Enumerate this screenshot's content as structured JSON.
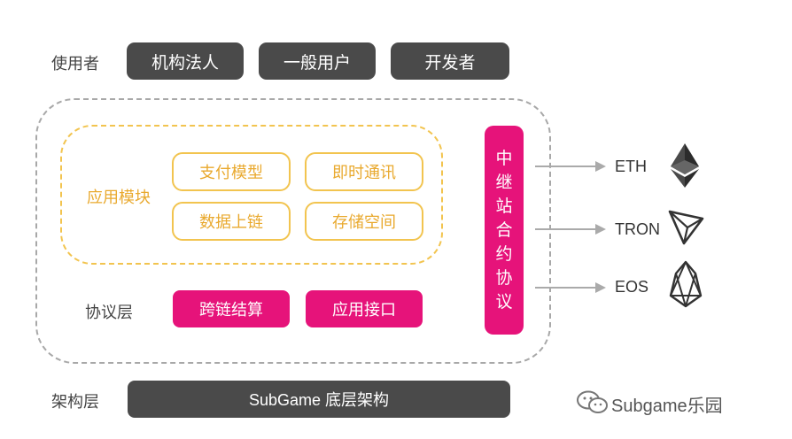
{
  "users": {
    "label": "使用者",
    "items": [
      "机构法人",
      "一般用户",
      "开发者"
    ]
  },
  "app_modules": {
    "label": "应用模块",
    "items": [
      "支付模型",
      "即时通讯",
      "数据上链",
      "存储空间"
    ]
  },
  "protocol_layer": {
    "label": "协议层",
    "items": [
      "跨链结算",
      "应用接口"
    ]
  },
  "relay": {
    "chars": [
      "中",
      "继",
      "站",
      "合",
      "约",
      "协",
      "议"
    ]
  },
  "chains": [
    "ETH",
    "TRON",
    "EOS"
  ],
  "architecture": {
    "label": "架构层",
    "base": "SubGame 底层架构"
  },
  "watermark": "Subgame乐园",
  "colors": {
    "dark": "#4a4a4a",
    "accent_pink": "#e6137a",
    "module_yellow": "#f2c44f"
  }
}
